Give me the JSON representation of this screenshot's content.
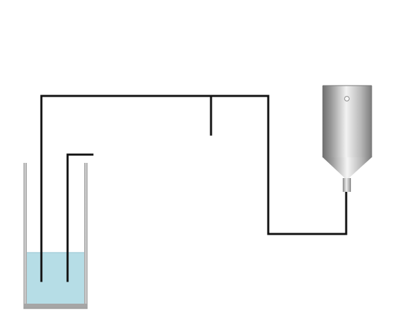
{
  "diagram": {
    "components": {
      "beaker": "beaker",
      "liquid": "liquid",
      "long_tube": "long-tube",
      "short_tube": "short-tube",
      "pipeline": "pipeline",
      "branch_pipe": "branch-pipe",
      "tank": "tank",
      "tank_cone": "tank-cone",
      "outlet_nozzle": "outlet-nozzle"
    },
    "colors": {
      "background": "#ffffff",
      "pipe": "#111111",
      "beaker_wall": "#b8b8b8",
      "beaker_wall_dark": "#8e8e8e",
      "liquid": "#b6dde6",
      "tank_dark": "#6f6f6f",
      "tank_light": "#f2f2f2",
      "tank_mid": "#b7b7b7"
    }
  }
}
